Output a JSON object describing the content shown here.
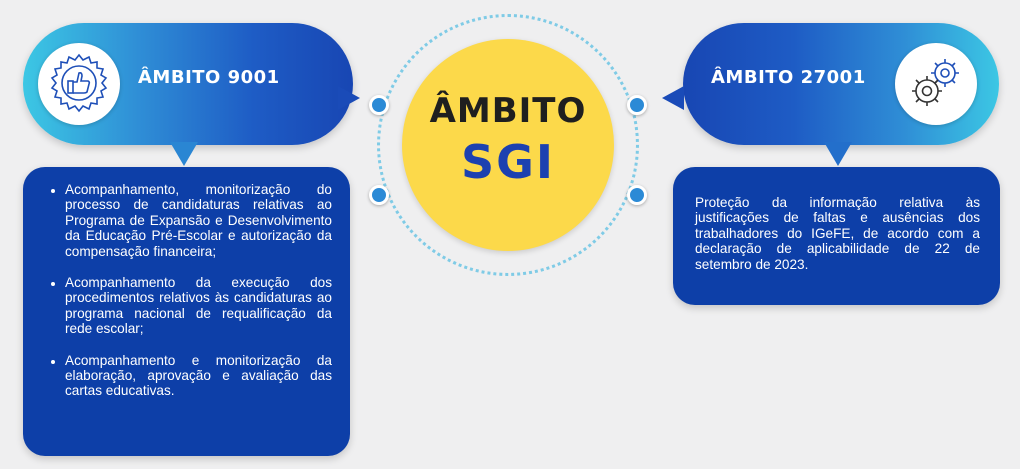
{
  "left": {
    "title": "ÂMBITO 9001",
    "icon": "thumbs-up-badge-icon",
    "items": [
      "Acompanhamento, monitorização do processo de candidaturas relativas ao Programa de Expansão e Desenvolvimento da Educação Pré-Escolar e autorização da compensação financeira;",
      "Acompanhamento da execução dos procedimentos relativos às candidaturas ao programa nacional de requalificação da rede escolar;",
      "Acompanhamento e monitorização da elaboração, aprovação e avaliação das cartas educativas."
    ]
  },
  "center": {
    "title": "ÂMBITO",
    "subtitle": "SGI"
  },
  "right": {
    "title": "ÂMBITO 27001",
    "icon": "gears-icon",
    "text": "Proteção da informação relativa às justificações de faltas e ausências dos trabalhadores do IGeFE, de acordo com a declaração de aplicabilidade de 22 de setembro de 2023."
  },
  "colors": {
    "dark_blue": "#0d3fa8",
    "light_blue": "#3cc7e4",
    "yellow": "#fcd94a",
    "sgi_blue": "#1c41b0"
  }
}
